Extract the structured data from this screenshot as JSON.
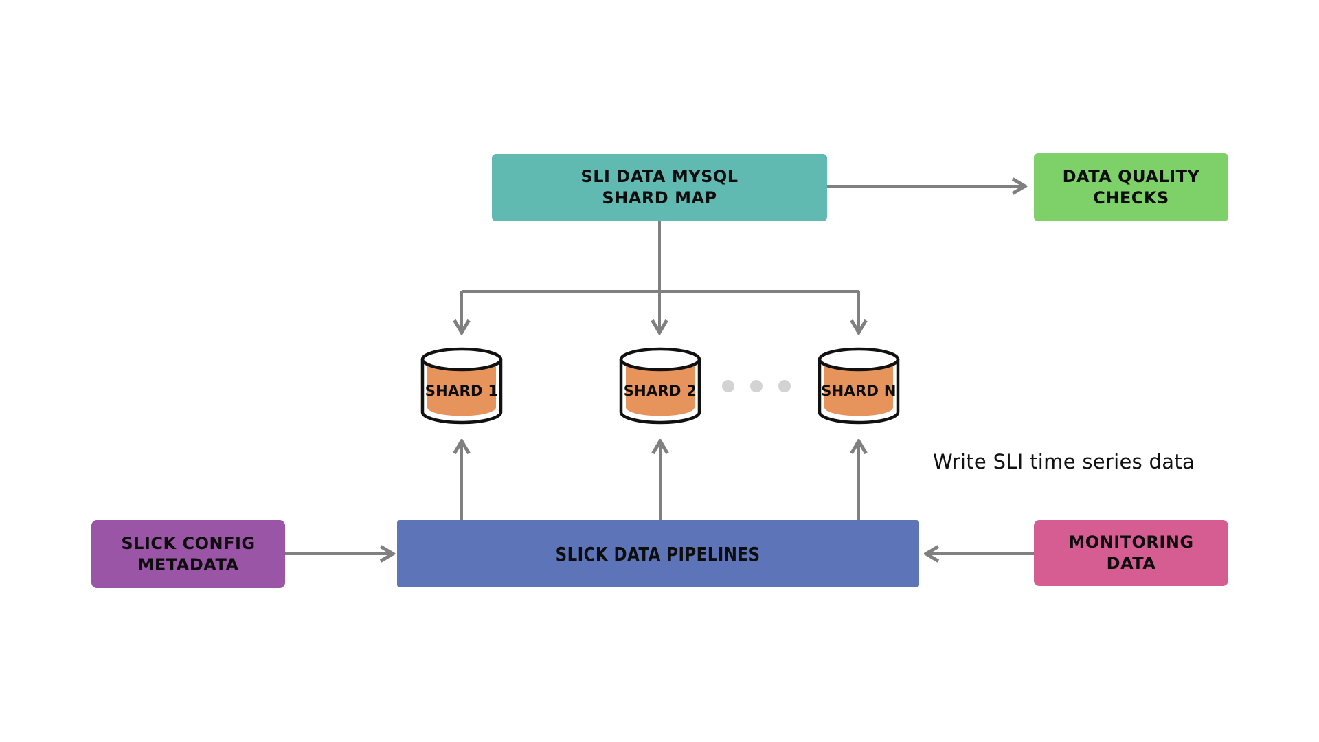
{
  "diagram": {
    "nodes": {
      "shard_map": {
        "lines": [
          "SLI DATA MYSQL",
          "SHARD MAP"
        ],
        "color": "#61bab2"
      },
      "data_quality_checks": {
        "lines": [
          "DATA QUALITY",
          "CHECKS"
        ],
        "color": "#7ed169"
      },
      "slick_config_metadata": {
        "lines": [
          "SLICK CONFIG",
          "METADATA"
        ],
        "color": "#9a55a6"
      },
      "slick_data_pipelines": {
        "label": "SLICK DATA PIPELINES",
        "color": "#5d74b8"
      },
      "monitoring_data": {
        "lines": [
          "MONITORING",
          "DATA"
        ],
        "color": "#d65d92"
      }
    },
    "shards": [
      {
        "label": "SHARD 1"
      },
      {
        "label": "SHARD 2"
      },
      {
        "label": "SHARD N"
      }
    ],
    "annotation": "Write SLI time series data",
    "colors": {
      "shard_fill": "#e6945c",
      "shard_outline": "#111111",
      "arrow": "#808080",
      "ellipsis_dot": "#d3d3d3",
      "background": "#ffffff"
    }
  }
}
